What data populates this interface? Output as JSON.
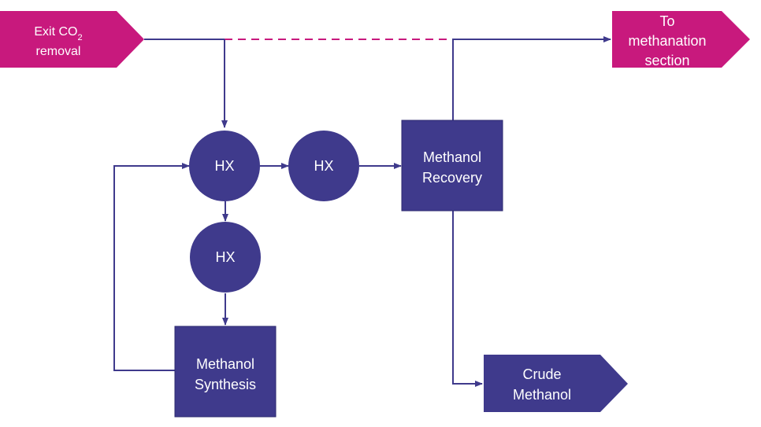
{
  "colors": {
    "accent_magenta": "#c8197d",
    "process_blue": "#3f3a8c",
    "background": "#ffffff"
  },
  "inputs": {
    "exit_co2_removal": {
      "line1_prefix": "Exit CO",
      "line1_subscript": "2",
      "line2": "removal"
    }
  },
  "outputs": {
    "to_methanation": {
      "line1": "To",
      "line2": "methanation",
      "line3": "section"
    },
    "crude_methanol": {
      "line1": "Crude",
      "line2": "Methanol"
    }
  },
  "nodes": {
    "hx_top_left": {
      "label": "HX"
    },
    "hx_top_right": {
      "label": "HX"
    },
    "hx_bottom": {
      "label": "HX"
    },
    "methanol_recovery": {
      "line1": "Methanol",
      "line2": "Recovery"
    },
    "methanol_synthesis": {
      "line1": "Methanol",
      "line2": "Synthesis"
    }
  }
}
